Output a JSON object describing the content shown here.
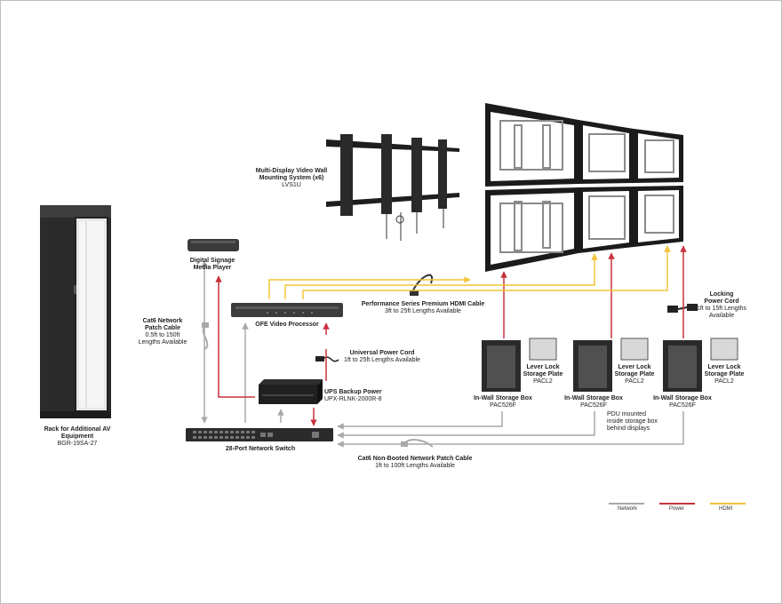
{
  "colors": {
    "network": "#a8a8a8",
    "power": "#c8323c",
    "hdmi": "#f2c33c",
    "device": "#3a3a3a"
  },
  "labels": {
    "rack": {
      "l1": "Rack for Additional AV",
      "l2": "Equipment",
      "l3": "BGR-19SA-27"
    },
    "cat6_patch": {
      "l1": "Cat6 Network",
      "l2": "Patch Cable",
      "l3": "0.5ft to 150ft",
      "l4": "Lengths Available"
    },
    "signage": {
      "l1": "Digital Signage",
      "l2": "Media Player"
    },
    "mount": {
      "l1": "Multi-Display Video Wall",
      "l2": "Mounting System (x6)",
      "l3": "LVS1U"
    },
    "hdmi_cable": {
      "l1": "Performance Series Premium HDMI Cable",
      "l2": "3ft to 25ft Lengths Available"
    },
    "processor": {
      "l1": "OFE Video Processor"
    },
    "universal_power": {
      "l1": "Universal Power Cord",
      "l2": "1ft to 25ft Lengths Available"
    },
    "ups": {
      "l1": "UPS Backup Power",
      "l2": "UPX-RLNK-2000R-8"
    },
    "switch": {
      "l1": "28-Port Network Switch"
    },
    "nonbooted": {
      "l1": "Cat6 Non-Booted Network Patch Cable",
      "l2": "1ft to 100ft Lengths Available"
    },
    "box1": {
      "l1": "In-Wall Storage Box",
      "l2": "PAC526F"
    },
    "box2": {
      "l1": "In-Wall Storage Box",
      "l2": "PAC526F"
    },
    "box3": {
      "l1": "In-Wall Storage Box",
      "l2": "PAC526F"
    },
    "plate1": {
      "l1": "Lever Lock",
      "l2": "Storage Plate",
      "l3": "PACL2"
    },
    "plate2": {
      "l1": "Lever Lock",
      "l2": "Storage Plate",
      "l3": "PACL2"
    },
    "plate3": {
      "l1": "Lever Lock",
      "l2": "Storage Plate",
      "l3": "PACL2"
    },
    "pdu": {
      "l1": "PDU mounted",
      "l2": "inside storage box",
      "l3": "behind displays"
    },
    "locking_power": {
      "l1": "Locking",
      "l2": "Power Cord",
      "l3": "1ft to 15ft Lengths",
      "l4": "Available"
    }
  },
  "legend": {
    "network": "Network",
    "power": "Power",
    "hdmi": "HDMI"
  }
}
